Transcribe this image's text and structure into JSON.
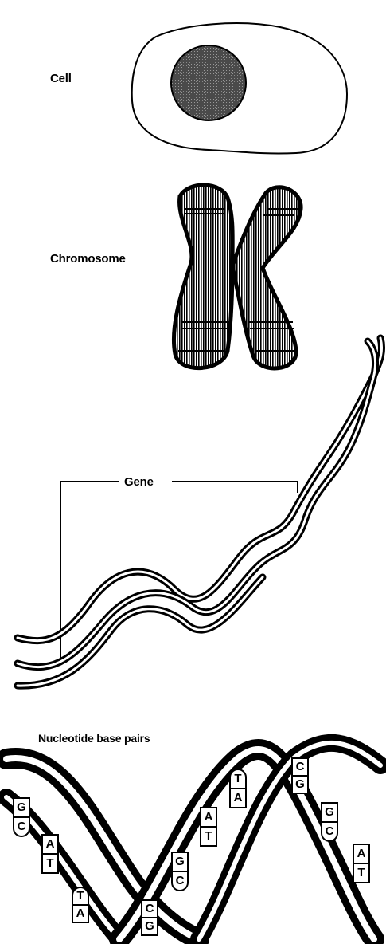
{
  "labels": {
    "cell": "Cell",
    "chromosome": "Chromosome",
    "gene": "Gene",
    "base_pairs": "Nucleotide base pairs"
  },
  "base_pairs": [
    {
      "top": "G",
      "bottom": "C"
    },
    {
      "top": "A",
      "bottom": "T"
    },
    {
      "top": "T",
      "bottom": "A"
    },
    {
      "top": "C",
      "bottom": "G"
    },
    {
      "top": "G",
      "bottom": "C"
    },
    {
      "top": "A",
      "bottom": "T"
    },
    {
      "top": "T",
      "bottom": "A"
    },
    {
      "top": "C",
      "bottom": "G"
    },
    {
      "top": "G",
      "bottom": "C"
    },
    {
      "top": "A",
      "bottom": "T"
    }
  ],
  "colors": {
    "ink": "#000000",
    "paper": "#ffffff",
    "nucleus": "#555555"
  }
}
